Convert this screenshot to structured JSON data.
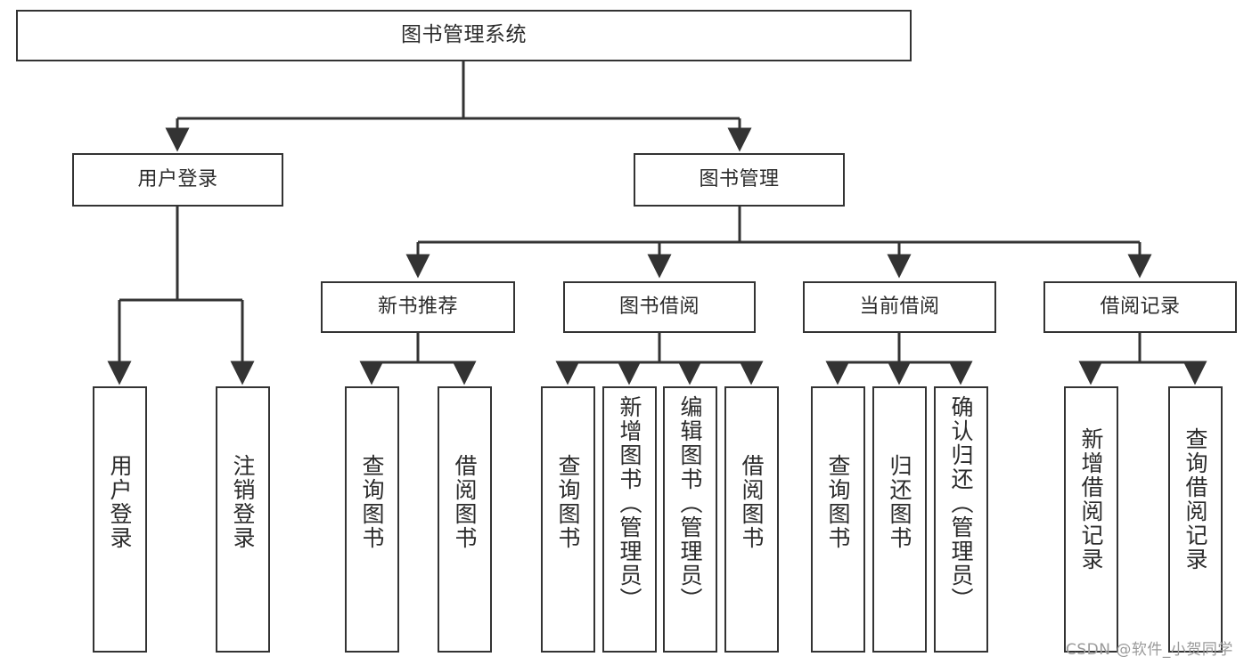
{
  "diagram": {
    "title": "图书管理系统",
    "type": "tree-structure-chart",
    "stroke_color": "#333333",
    "text_color": "#2b2b2b",
    "background_color": "#ffffff"
  },
  "nodes": {
    "root": {
      "label": "图书管理系统"
    },
    "level2": [
      {
        "id": "user-login",
        "label": "用户登录"
      },
      {
        "id": "book-manage",
        "label": "图书管理"
      }
    ],
    "level3": [
      {
        "id": "new-book-recommend",
        "label": "新书推荐"
      },
      {
        "id": "book-borrow",
        "label": "图书借阅"
      },
      {
        "id": "current-borrow",
        "label": "当前借阅"
      },
      {
        "id": "borrow-record",
        "label": "借阅记录"
      }
    ],
    "leaves": {
      "user_login": [
        {
          "id": "leaf-user-login",
          "label": "用户登录"
        },
        {
          "id": "leaf-user-logout",
          "label": "注销登录"
        }
      ],
      "new_book_recommend": [
        {
          "id": "leaf-query-book-1",
          "label": "查询图书"
        },
        {
          "id": "leaf-borrow-book-1",
          "label": "借阅图书"
        }
      ],
      "book_borrow": [
        {
          "id": "leaf-query-book-2",
          "label": "查询图书"
        },
        {
          "id": "leaf-add-book",
          "label": "新增图书（管理员）"
        },
        {
          "id": "leaf-edit-book",
          "label": "编辑图书（管理员）"
        },
        {
          "id": "leaf-borrow-book-2",
          "label": "借阅图书"
        }
      ],
      "current_borrow": [
        {
          "id": "leaf-query-book-3",
          "label": "查询图书"
        },
        {
          "id": "leaf-return-book",
          "label": "归还图书"
        },
        {
          "id": "leaf-confirm-return",
          "label": "确认归还（管理员）"
        }
      ],
      "borrow_record": [
        {
          "id": "leaf-add-record",
          "label": "新增借阅记录"
        },
        {
          "id": "leaf-query-record",
          "label": "查询借阅记录"
        }
      ]
    }
  },
  "watermark": {
    "text": "CSDN @软件_小贺同学"
  }
}
